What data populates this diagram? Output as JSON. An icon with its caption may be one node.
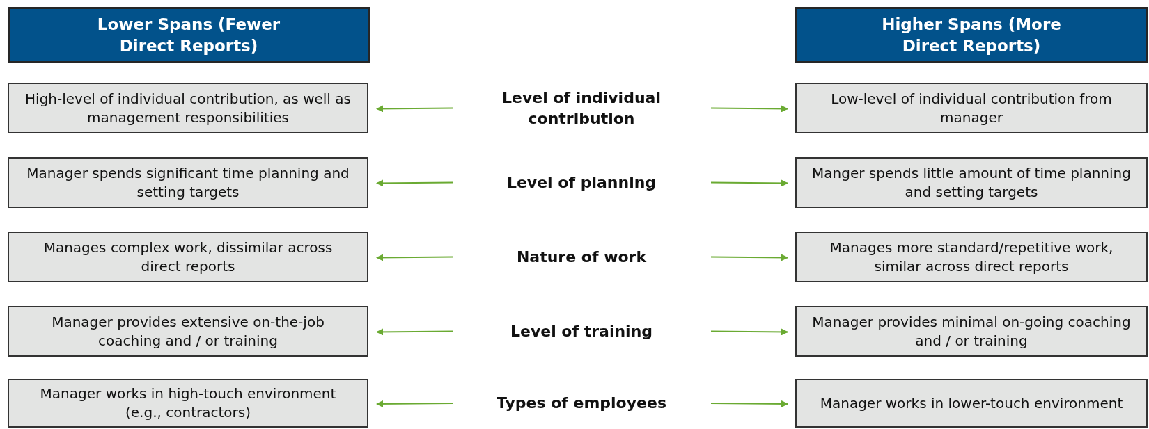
{
  "diagram": {
    "nodes": [
      {
        "text": [
          "Lower Spans (Fewer Direct Reports)"
        ]
      },
      {
        "text": [
          "Higher Spans (More Direct Reports)"
        ]
      },
      {
        "text": [
          "High-level of individual contribution, as well as management responsibilities"
        ]
      },
      {
        "text": [
          "Level of individual contribution"
        ]
      },
      {
        "text": [
          "Low-level of individual contribution from manager"
        ]
      },
      {
        "text": [
          "Manager spends significant time planning and setting targets"
        ]
      },
      {
        "text": [
          "Level of planning"
        ]
      },
      {
        "text": [
          "Manger spends little amount of time planning and setting targets"
        ]
      },
      {
        "text": [
          "Manages complex work, dissimilar across direct reports"
        ]
      },
      {
        "text": [
          "Nature of work"
        ]
      },
      {
        "text": [
          "Manages more standard/repetitive work, similar across direct reports"
        ]
      },
      {
        "text": [
          "Manager provides extensive on-the-job coaching and / or training"
        ]
      },
      {
        "text": [
          "Level of training"
        ]
      },
      {
        "text": [
          "Manager provides minimal on-going coaching and / or training"
        ]
      },
      {
        "text": [
          "Manager works in high-touch environment (e.g., contractors)"
        ]
      },
      {
        "text": [
          "Types of employees"
        ]
      },
      {
        "text": [
          "Manager works in lower-touch environment"
        ]
      }
    ],
    "edges": [
      {
        "from": 3,
        "to": 2,
        "arrow": "to"
      },
      {
        "from": 3,
        "to": 4,
        "arrow": "to"
      },
      {
        "from": 6,
        "to": 5,
        "arrow": "to"
      },
      {
        "from": 6,
        "to": 7,
        "arrow": "to"
      },
      {
        "from": 9,
        "to": 8,
        "arrow": "to"
      },
      {
        "from": 9,
        "to": 10,
        "arrow": "to"
      },
      {
        "from": 12,
        "to": 11,
        "arrow": "to"
      },
      {
        "from": 12,
        "to": 13,
        "arrow": "to"
      },
      {
        "from": 15,
        "to": 14,
        "arrow": "to"
      },
      {
        "from": 15,
        "to": 16,
        "arrow": "to"
      }
    ]
  }
}
